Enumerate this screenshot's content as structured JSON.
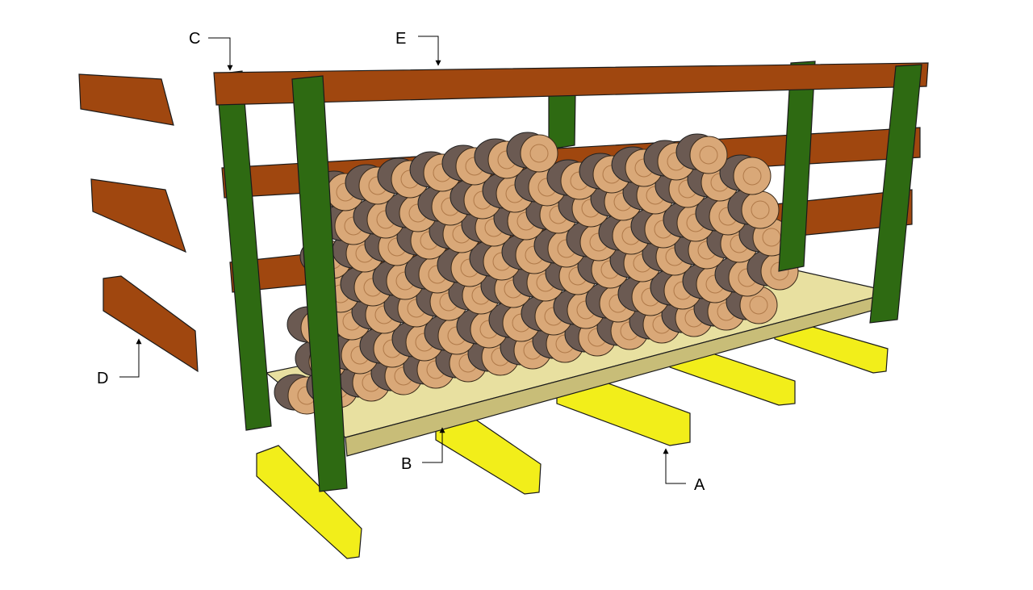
{
  "diagram": {
    "labels": {
      "A": "A",
      "B": "B",
      "C": "C",
      "D": "D",
      "E": "E"
    },
    "colors": {
      "rail": "#a0470f",
      "rail_light": "#c4621e",
      "post": "#2e6a12",
      "post_light": "#3f8a1c",
      "joist": "#f2ee1a",
      "joist_dark": "#b8b010",
      "floor": "#e8e0a0",
      "floor_edge": "#c8bd78",
      "log_face": "#d9a878",
      "log_bark": "#6b5a52"
    }
  }
}
